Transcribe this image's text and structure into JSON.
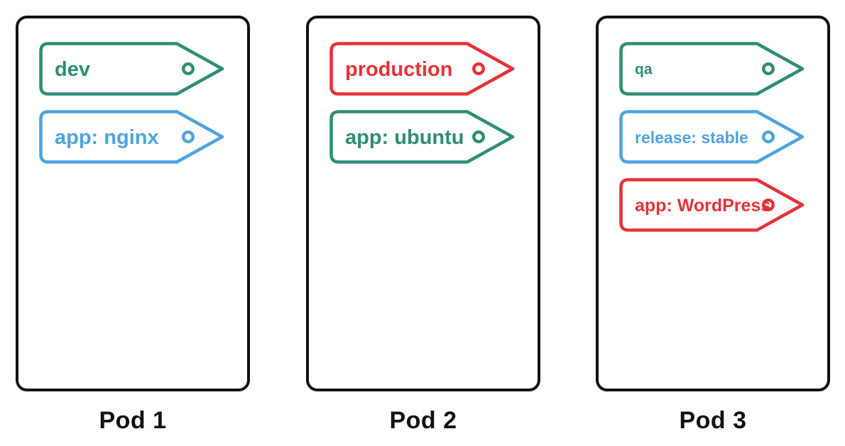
{
  "colors": {
    "green": "#2e8d73",
    "blue": "#4fa3de",
    "red": "#e63137",
    "outline": "#111111"
  },
  "pods": [
    {
      "label": "Pod 1",
      "tags": [
        {
          "label": "dev",
          "color": "green"
        },
        {
          "label": "app: nginx",
          "color": "blue"
        }
      ]
    },
    {
      "label": "Pod 2",
      "tags": [
        {
          "label": "production",
          "color": "red"
        },
        {
          "label": "app: ubuntu",
          "color": "green"
        }
      ]
    },
    {
      "label": "Pod 3",
      "tags": [
        {
          "label": "qa",
          "color": "green"
        },
        {
          "label": "release: stable",
          "color": "blue"
        },
        {
          "label": "app: WordPress",
          "color": "red"
        }
      ]
    }
  ]
}
